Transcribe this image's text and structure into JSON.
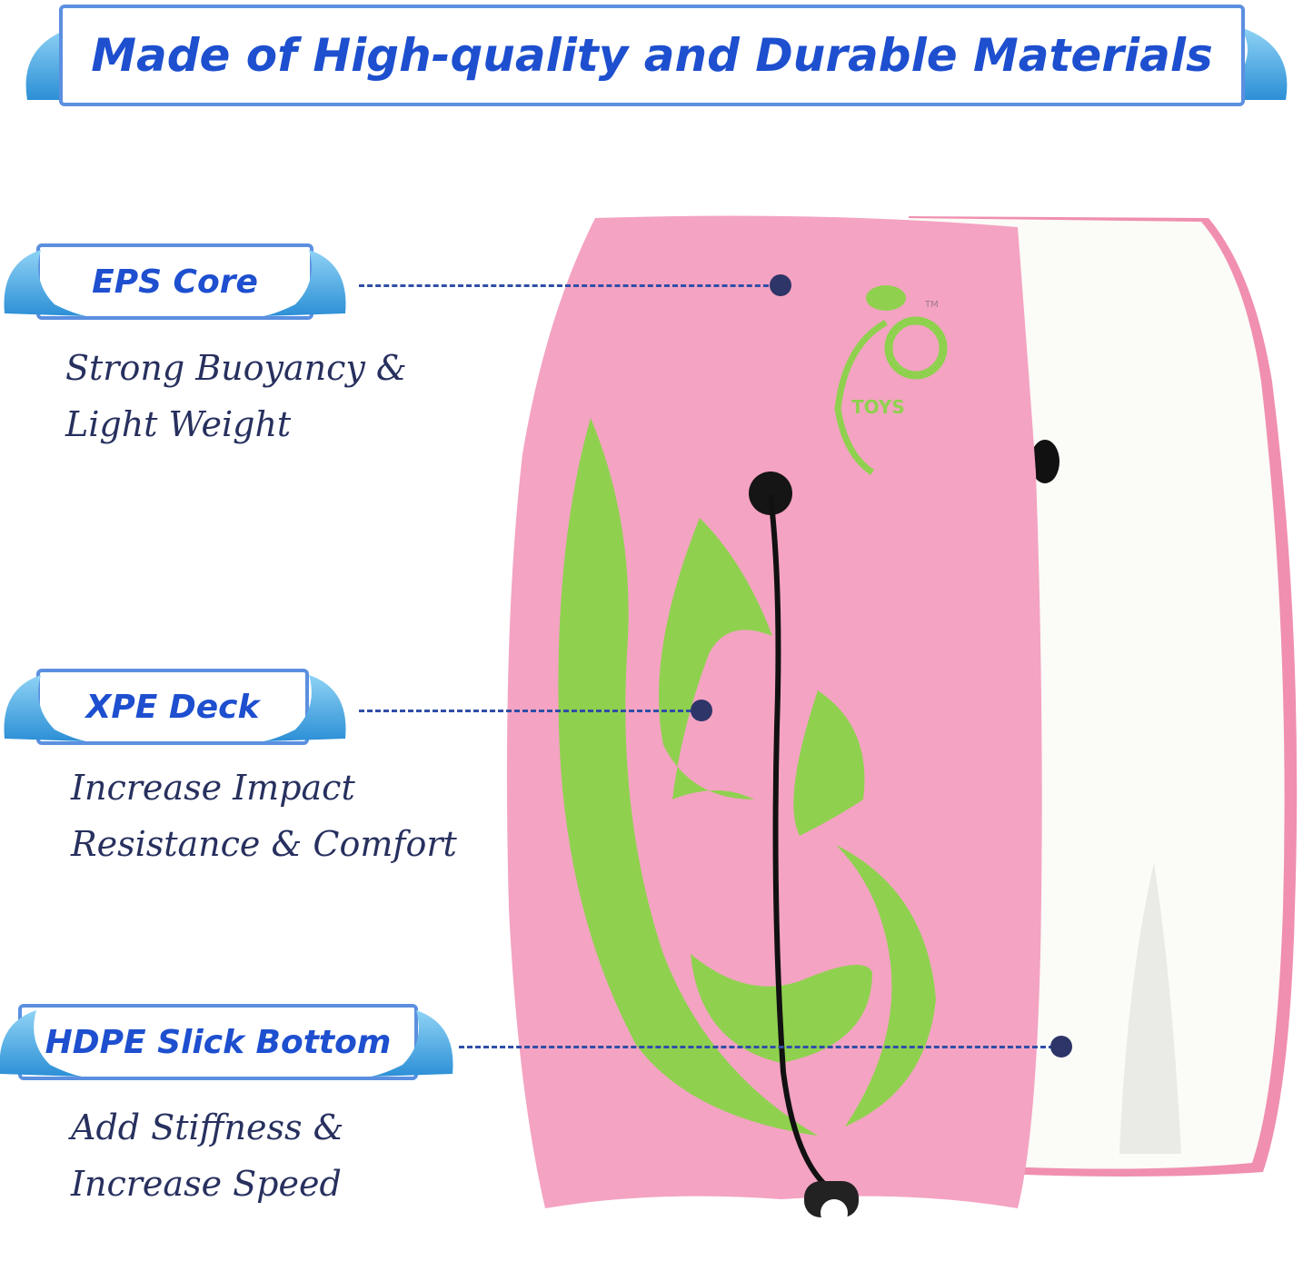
{
  "title": "Made of High-quality and Durable Materials",
  "features": [
    {
      "label": "EPS Core",
      "description": [
        "Strong Buoyancy &",
        "Light Weight"
      ]
    },
    {
      "label": "XPE Deck",
      "description": [
        "Increase Impact",
        "Resistance & Comfort"
      ]
    },
    {
      "label": "HDPE Slick Bottom",
      "description": [
        "Add Stiffness &",
        "Increase Speed"
      ]
    }
  ],
  "logo": {
    "text": "TOYS",
    "mark": "TM"
  },
  "colors": {
    "banner_text": "#1d4fcf",
    "banner_border": "#5b8fe0",
    "board_pink": "#f4a3c2",
    "graphic_green": "#8fd14f",
    "description_text": "#27305e",
    "pointer_dot": "#2e3568"
  }
}
